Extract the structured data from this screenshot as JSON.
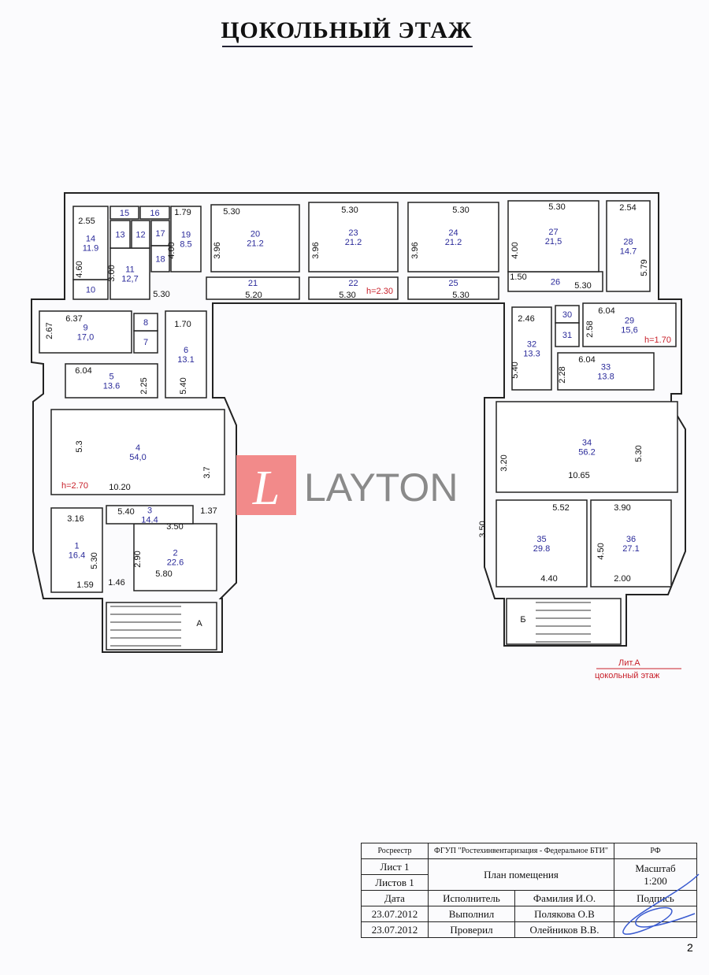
{
  "title": "ЦОКОЛЬНЫЙ ЭТАЖ",
  "watermark": {
    "logo_letter": "L",
    "text": "LAYTON",
    "logo_color": "#f28a8a",
    "text_color": "#8a8a8a"
  },
  "rooms": [
    {
      "n": "1",
      "area": "16.4"
    },
    {
      "n": "2",
      "area": "22.6"
    },
    {
      "n": "3",
      "area": "14.4"
    },
    {
      "n": "4",
      "area": "54,0"
    },
    {
      "n": "5",
      "area": "13.6"
    },
    {
      "n": "6",
      "area": "13.1"
    },
    {
      "n": "7",
      "area": ""
    },
    {
      "n": "8",
      "area": ""
    },
    {
      "n": "9",
      "area": "17,0"
    },
    {
      "n": "10",
      "area": ""
    },
    {
      "n": "11",
      "area": "12,7"
    },
    {
      "n": "12",
      "area": ""
    },
    {
      "n": "13",
      "area": ""
    },
    {
      "n": "14",
      "area": "11.9"
    },
    {
      "n": "15",
      "area": ""
    },
    {
      "n": "16",
      "area": ""
    },
    {
      "n": "17",
      "area": ""
    },
    {
      "n": "18",
      "area": ""
    },
    {
      "n": "19",
      "area": "8.5"
    },
    {
      "n": "20",
      "area": "21.2"
    },
    {
      "n": "21",
      "area": ""
    },
    {
      "n": "22",
      "area": ""
    },
    {
      "n": "23",
      "area": "21.2"
    },
    {
      "n": "24",
      "area": "21.2"
    },
    {
      "n": "25",
      "area": ""
    },
    {
      "n": "26",
      "area": ""
    },
    {
      "n": "27",
      "area": "21,5"
    },
    {
      "n": "28",
      "area": "14.7"
    },
    {
      "n": "29",
      "area": "15,6"
    },
    {
      "n": "30",
      "area": ""
    },
    {
      "n": "31",
      "area": ""
    },
    {
      "n": "32",
      "area": "13.3"
    },
    {
      "n": "33",
      "area": "13.8"
    },
    {
      "n": "34",
      "area": "56.2"
    },
    {
      "n": "35",
      "area": "29.8"
    },
    {
      "n": "36",
      "area": "27.1"
    }
  ],
  "stairs": {
    "a": "А",
    "b": "Б"
  },
  "dims": [
    "2.55",
    "4.60",
    "1.79",
    "4.00",
    "3.00",
    "5.30",
    "5.30",
    "3.96",
    "5.20",
    "5.30",
    "3.96",
    "5.30",
    "5.30",
    "3.96",
    "5.30",
    "5.30",
    "4.00",
    "1.50",
    "5.30",
    "2.54",
    "5.79",
    "6.37",
    "2.67",
    "1.70",
    "6.04",
    "2.25",
    "5.40",
    "5.3",
    "10.20",
    "3.7",
    "3.16",
    "5.40",
    "3.50",
    "1.37",
    "5.30",
    "2.90",
    "5.80",
    "1.59",
    "1.46",
    "2.46",
    "6.04",
    "2.58",
    "5.40",
    "6.04",
    "2.28",
    "3.20",
    "10.65",
    "5.30",
    "5.52",
    "3.90",
    "3.50",
    "4.50",
    "4.40",
    "2.00"
  ],
  "heights": [
    "h=2.70",
    "h=2.30",
    "h=1.70"
  ],
  "lit": {
    "label": "Лит.А",
    "sub": "цокольный этаж"
  },
  "stamp": {
    "org1": "Росреестр",
    "org2": "ФГУП \"Ростехинвентаризация - Федеральное БТИ\"",
    "country": "РФ",
    "sheet": "Лист 1",
    "sheets": "Листов 1",
    "doc": "План помещения",
    "scale_label": "Масштаб",
    "scale": "1:200",
    "h_date": "Дата",
    "h_exec": "Исполнитель",
    "h_name": "Фамилия И.О.",
    "h_sign": "Подпись",
    "rows": [
      {
        "date": "23.07.2012",
        "role": "Выполнил",
        "name": "Полякова О.В"
      },
      {
        "date": "23.07.2012",
        "role": "Проверил",
        "name": "Олейников В.В."
      }
    ]
  },
  "page_number": "2"
}
